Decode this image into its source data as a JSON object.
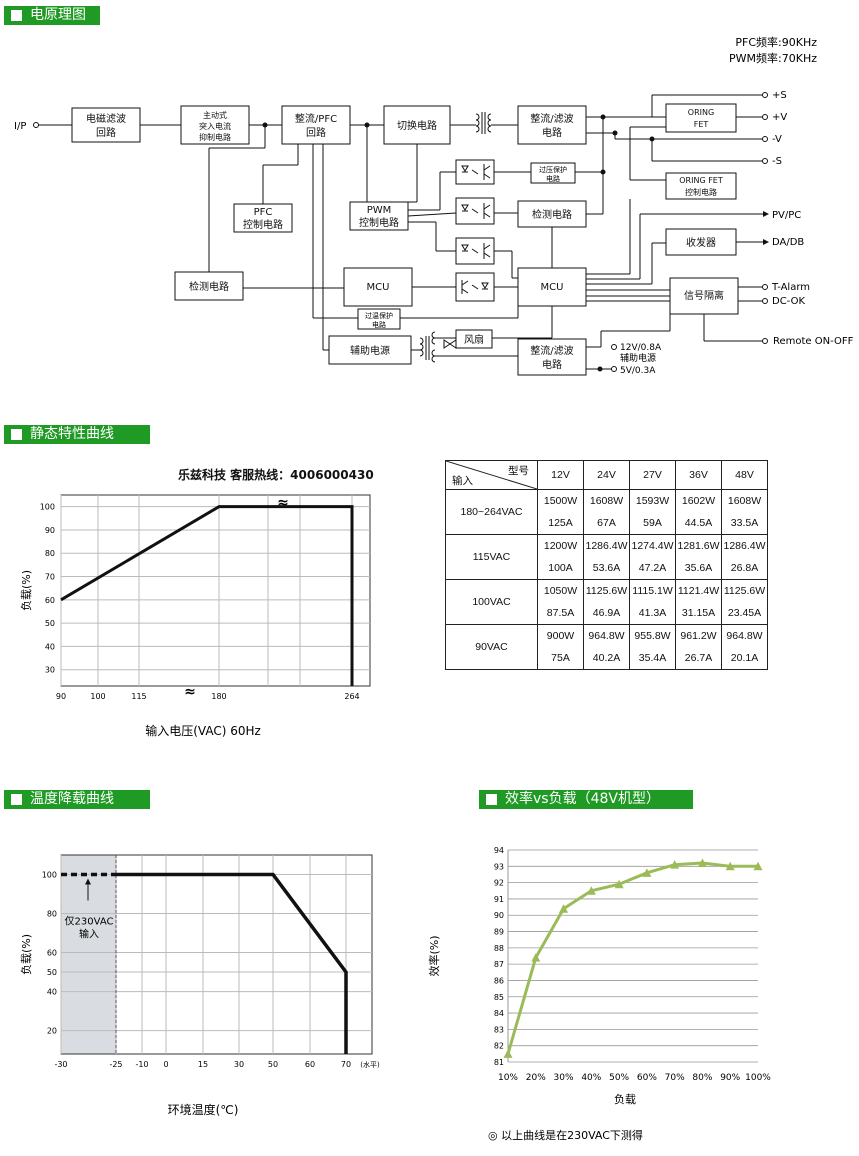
{
  "headers": {
    "block_diagram": "电原理图",
    "static_curve": "静态特性曲线",
    "derating_curve": "温度降载曲线",
    "efficiency_curve": "效率vs负载（48V机型）"
  },
  "block": {
    "pfc_freq": "PFC频率:90KHz",
    "pwm_freq": "PWM频率:70KHz",
    "ip": "I/P",
    "emi1": "电磁滤波",
    "emi2": "回路",
    "inrush1": "主动式",
    "inrush2": "突入电流",
    "inrush3": "抑制电路",
    "pfc1": "整流/PFC",
    "pfc2": "回路",
    "switch": "切换电路",
    "rect1": "整流/滤波",
    "rect2": "电路",
    "oring1": "ORING",
    "oring2": "FET",
    "oringctl1": "ORING FET",
    "oringctl2": "控制电路",
    "ovp1": "过压保护",
    "ovp2": "电路",
    "pfcctl1": "PFC",
    "pfcctl2": "控制电路",
    "pwm1": "PWM",
    "pwm2": "控制电路",
    "detect": "检测电路",
    "detect2": "检测电路",
    "mcu1": "MCU",
    "mcu2": "MCU",
    "otp1": "过温保护",
    "otp2": "电路",
    "transceiver": "收发器",
    "isolation": "信号隔离",
    "aux": "辅助电源",
    "fan": "风扇",
    "rect3a": "整流/滤波",
    "rect3b": "电路",
    "out_sp": "+S",
    "out_v": "+V",
    "out_vn": "-V",
    "out_sn": "-S",
    "out_pvpc": "PV/PC",
    "out_dadb": "DA/DB",
    "out_talarm": "T-Alarm",
    "out_dcok": "DC-OK",
    "out_remote": "Remote ON-OFF",
    "aux_12v": "12V/0.8A",
    "aux_label": "辅助电源",
    "aux_5v": "5V/0.3A"
  },
  "hotline": "乐兹科技 客服热线：4006000430",
  "spec_table": {
    "corner_top": "型号",
    "corner_bottom": "输入",
    "models": [
      "12V",
      "24V",
      "27V",
      "36V",
      "48V"
    ],
    "rows": [
      {
        "input": "180~264VAC",
        "power": [
          "1500W",
          "1608W",
          "1593W",
          "1602W",
          "1608W"
        ],
        "current": [
          "125A",
          "67A",
          "59A",
          "44.5A",
          "33.5A"
        ]
      },
      {
        "input": "115VAC",
        "power": [
          "1200W",
          "1286.4W",
          "1274.4W",
          "1281.6W",
          "1286.4W"
        ],
        "current": [
          "100A",
          "53.6A",
          "47.2A",
          "35.6A",
          "26.8A"
        ]
      },
      {
        "input": "100VAC",
        "power": [
          "1050W",
          "1125.6W",
          "1115.1W",
          "1121.4W",
          "1125.6W"
        ],
        "current": [
          "87.5A",
          "46.9A",
          "41.3A",
          "31.15A",
          "23.45A"
        ]
      },
      {
        "input": "90VAC",
        "power": [
          "900W",
          "964.8W",
          "955.8W",
          "961.2W",
          "964.8W"
        ],
        "current": [
          "75A",
          "40.2A",
          "35.4A",
          "26.7A",
          "20.1A"
        ]
      }
    ]
  },
  "chart_data": [
    {
      "type": "line",
      "name_ref": "static",
      "xlabel": "输入电压(VAC) 60Hz",
      "ylabel": "负载(%)",
      "x_ticks": [
        "90",
        "100",
        "115",
        "180",
        "264"
      ],
      "y_ticks": [
        30,
        40,
        50,
        60,
        70,
        80,
        90,
        100
      ],
      "points": [
        {
          "x": "90",
          "y": 60
        },
        {
          "x": "180",
          "y": 100
        },
        {
          "x": "264",
          "y": 100
        },
        {
          "x": "264",
          "y": 23
        }
      ],
      "grid": true
    },
    {
      "type": "line",
      "name_ref": "derating",
      "xlabel": "环境温度(℃)",
      "ylabel": "负载(%)",
      "x_unit": "(水平)",
      "x_ticks": [
        -30,
        -25,
        -10,
        0,
        15,
        30,
        50,
        60,
        70
      ],
      "y_ticks": [
        20,
        40,
        50,
        60,
        80,
        100
      ],
      "annotation1": "仅230VAC",
      "annotation2": "输入",
      "points": [
        {
          "x": -25,
          "y": 100
        },
        {
          "x": 50,
          "y": 100
        },
        {
          "x": 70,
          "y": 50
        },
        {
          "x": 70,
          "y": 10
        }
      ],
      "dashed_points": [
        {
          "x": -30,
          "y": 100
        },
        {
          "x": -25,
          "y": 100
        }
      ],
      "grid": true
    },
    {
      "type": "line",
      "name_ref": "efficiency",
      "xlabel": "负载",
      "ylabel": "效率(%)",
      "x": [
        "10%",
        "20%",
        "30%",
        "40%",
        "50%",
        "60%",
        "70%",
        "80%",
        "90%",
        "100%"
      ],
      "y_ticks": [
        81,
        82,
        83,
        84,
        85,
        86,
        87,
        88,
        89,
        90,
        91,
        92,
        93,
        94
      ],
      "ylim": [
        81,
        94
      ],
      "values": [
        81.5,
        87.4,
        90.4,
        91.5,
        91.9,
        92.6,
        93.1,
        93.2,
        93.0,
        93.0
      ],
      "color": "#9bbb59",
      "note": "◎ 以上曲线是在230VAC下测得",
      "grid": true
    }
  ]
}
